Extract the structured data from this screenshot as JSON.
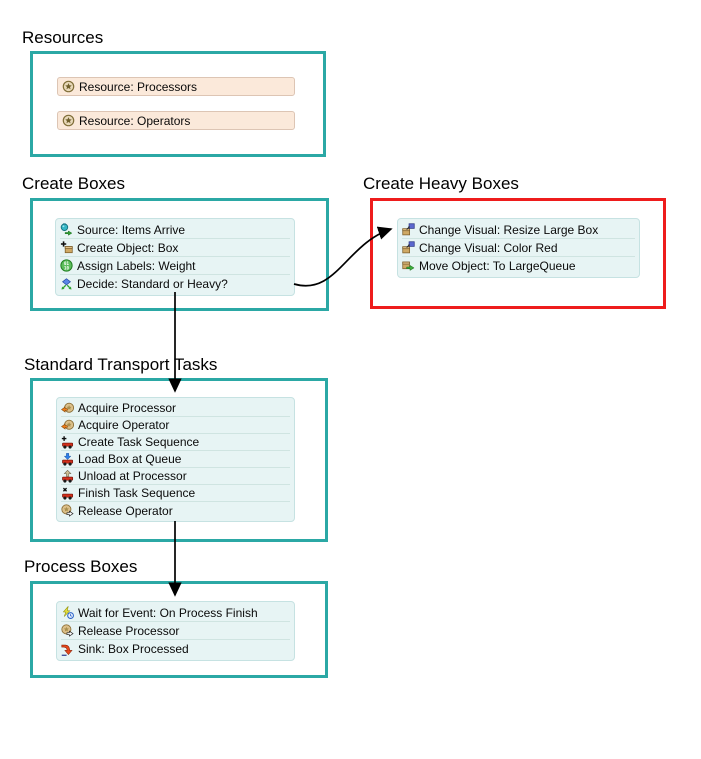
{
  "colors": {
    "teal_border": "#2ba8a5",
    "red_border": "#ee1c1c",
    "panel_bg": "#e7f4f4",
    "panel_border": "#c6e2e2",
    "resource_row_bg": "#fbe9da",
    "resource_row_border": "#ddc5b4",
    "arrow": "#000000",
    "background": "#ffffff"
  },
  "sections": {
    "resources": {
      "title": "Resources",
      "items": [
        {
          "label": "Resource: Processors",
          "icon": "resource-icon"
        },
        {
          "label": "Resource: Operators",
          "icon": "resource-icon"
        }
      ]
    },
    "create_boxes": {
      "title": "Create Boxes",
      "items": [
        {
          "label": "Source: Items Arrive",
          "icon": "source-icon"
        },
        {
          "label": "Create Object: Box",
          "icon": "create-object-icon"
        },
        {
          "label": "Assign Labels: Weight",
          "icon": "assign-labels-icon"
        },
        {
          "label": "Decide: Standard or Heavy?",
          "icon": "decide-icon"
        }
      ]
    },
    "create_heavy_boxes": {
      "title": "Create Heavy Boxes",
      "items": [
        {
          "label": "Change Visual: Resize Large Box",
          "icon": "change-visual-icon"
        },
        {
          "label": "Change Visual: Color Red",
          "icon": "change-visual-icon"
        },
        {
          "label": "Move Object: To LargeQueue",
          "icon": "move-object-icon"
        }
      ]
    },
    "standard_transport_tasks": {
      "title": "Standard Transport Tasks",
      "items": [
        {
          "label": "Acquire Processor",
          "icon": "acquire-icon"
        },
        {
          "label": "Acquire Operator",
          "icon": "acquire-icon"
        },
        {
          "label": "Create Task Sequence",
          "icon": "create-task-sequence-icon"
        },
        {
          "label": "Load Box at Queue",
          "icon": "load-icon"
        },
        {
          "label": "Unload at Processor",
          "icon": "unload-icon"
        },
        {
          "label": "Finish Task Sequence",
          "icon": "finish-task-sequence-icon"
        },
        {
          "label": "Release Operator",
          "icon": "release-icon"
        }
      ]
    },
    "process_boxes": {
      "title": "Process Boxes",
      "items": [
        {
          "label": "Wait for Event: On Process Finish",
          "icon": "wait-for-event-icon"
        },
        {
          "label": "Release Processor",
          "icon": "release-icon"
        },
        {
          "label": "Sink: Box Processed",
          "icon": "sink-icon"
        }
      ]
    }
  },
  "connectors": [
    {
      "from": "decide-standard-or-heavy",
      "to": "change-visual-resize-large-box"
    },
    {
      "from": "decide-standard-or-heavy",
      "to": "acquire-processor"
    },
    {
      "from": "release-operator",
      "to": "wait-for-event-on-process-finish"
    }
  ]
}
